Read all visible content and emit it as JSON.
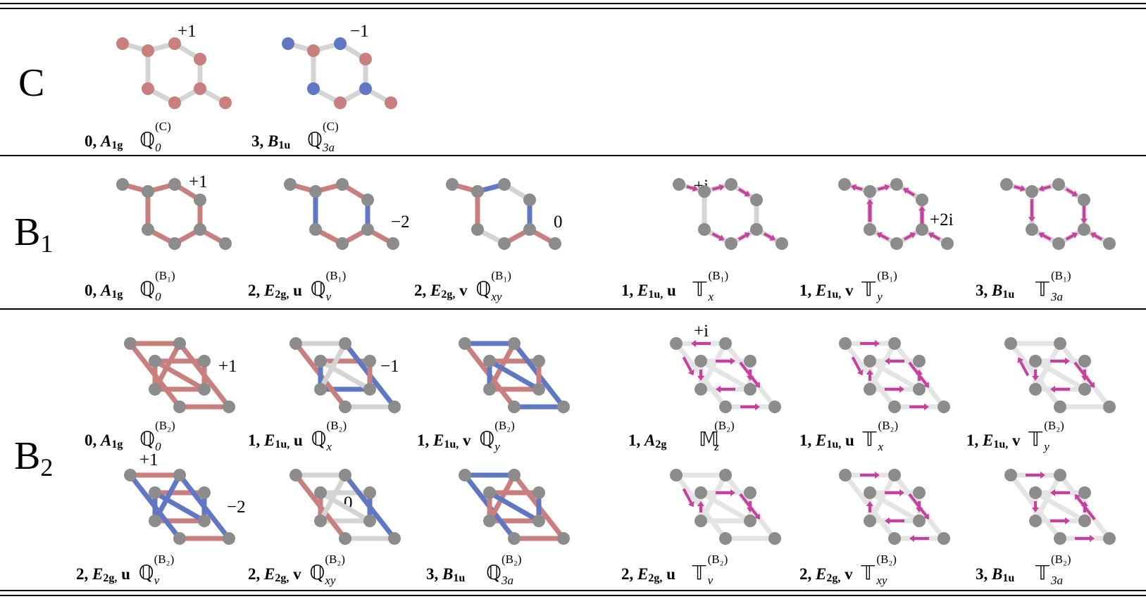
{
  "colors": {
    "pink": "#c97f7d",
    "blue": "#6078c4",
    "gray_atom": "#8c8c8c",
    "gray_bond": "#d4d4d4",
    "magenta_arrow": "#c8409e"
  },
  "sections": [
    {
      "label": "C",
      "panels": [
        {
          "num": "0,",
          "irrep": "A",
          "irrep_sub": "1g",
          "component": "",
          "symbol": "ℚ",
          "sup": "(C)",
          "sub": "0",
          "phase": "+1"
        },
        {
          "num": "3,",
          "irrep": "B",
          "irrep_sub": "1u",
          "component": "",
          "symbol": "ℚ",
          "sup": "(C)",
          "sub": "3a",
          "phase": "−1"
        }
      ]
    },
    {
      "label": "B",
      "label_sub": "1",
      "panels": [
        {
          "num": "0,",
          "irrep": "A",
          "irrep_sub": "1g",
          "component": "",
          "symbol": "ℚ",
          "sup": "(B₁)",
          "sub": "0",
          "phase": "+1"
        },
        {
          "num": "2,",
          "irrep": "E",
          "irrep_sub": "2g,",
          "component": "u",
          "symbol": "ℚ",
          "sup": "(B₁)",
          "sub": "v",
          "phase": "−2"
        },
        {
          "num": "2,",
          "irrep": "E",
          "irrep_sub": "2g,",
          "component": "v",
          "symbol": "ℚ",
          "sup": "(B₁)",
          "sub": "xy",
          "phase": "0"
        },
        {
          "num": "1,",
          "irrep": "E",
          "irrep_sub": "1u,",
          "component": "u",
          "symbol": "𝕋",
          "sup": "(B₁)",
          "sub": "x",
          "phase": "+i"
        },
        {
          "num": "1,",
          "irrep": "E",
          "irrep_sub": "1u,",
          "component": "v",
          "symbol": "𝕋",
          "sup": "(B₁)",
          "sub": "y",
          "phase": "+2i"
        },
        {
          "num": "3,",
          "irrep": "B",
          "irrep_sub": "1u",
          "component": "",
          "symbol": "𝕋",
          "sup": "(B₁)",
          "sub": "3a",
          "phase": ""
        }
      ]
    },
    {
      "label": "B",
      "label_sub": "2",
      "panels": [
        {
          "num": "0,",
          "irrep": "A",
          "irrep_sub": "1g",
          "component": "",
          "symbol": "ℚ",
          "sup": "(B₂)",
          "sub": "0",
          "phase": "+1"
        },
        {
          "num": "1,",
          "irrep": "E",
          "irrep_sub": "1u,",
          "component": "u",
          "symbol": "ℚ",
          "sup": "(B₂)",
          "sub": "x",
          "phase": "−1"
        },
        {
          "num": "1,",
          "irrep": "E",
          "irrep_sub": "1u,",
          "component": "v",
          "symbol": "ℚ",
          "sup": "(B₂)",
          "sub": "y",
          "phase": ""
        },
        {
          "num": "1,",
          "irrep": "A",
          "irrep_sub": "2g",
          "component": "",
          "symbol": "𝕄",
          "sup": "(B₂)",
          "sub": "z",
          "phase": "+i"
        },
        {
          "num": "1,",
          "irrep": "E",
          "irrep_sub": "1u,",
          "component": "u",
          "symbol": "𝕋",
          "sup": "(B₂)",
          "sub": "x",
          "phase": ""
        },
        {
          "num": "1,",
          "irrep": "E",
          "irrep_sub": "1u,",
          "component": "v",
          "symbol": "𝕋",
          "sup": "(B₂)",
          "sub": "y",
          "phase": ""
        },
        {
          "num": "2,",
          "irrep": "E",
          "irrep_sub": "2g,",
          "component": "u",
          "symbol": "ℚ",
          "sup": "(B₂)",
          "sub": "v",
          "phase": "+1",
          "phase2": "−2"
        },
        {
          "num": "2,",
          "irrep": "E",
          "irrep_sub": "2g,",
          "component": "v",
          "symbol": "ℚ",
          "sup": "(B₂)",
          "sub": "xy",
          "phase": "0"
        },
        {
          "num": "3,",
          "irrep": "B",
          "irrep_sub": "1u",
          "component": "",
          "symbol": "ℚ",
          "sup": "(B₂)",
          "sub": "3a",
          "phase": ""
        },
        {
          "num": "2,",
          "irrep": "E",
          "irrep_sub": "2g,",
          "component": "u",
          "symbol": "𝕋",
          "sup": "(B₂)",
          "sub": "v",
          "phase": ""
        },
        {
          "num": "2,",
          "irrep": "E",
          "irrep_sub": "2g,",
          "component": "v",
          "symbol": "𝕋",
          "sup": "(B₂)",
          "sub": "xy",
          "phase": ""
        },
        {
          "num": "3,",
          "irrep": "B",
          "irrep_sub": "1u",
          "component": "",
          "symbol": "𝕋",
          "sup": "(B₂)",
          "sub": "3a",
          "phase": ""
        }
      ]
    }
  ]
}
